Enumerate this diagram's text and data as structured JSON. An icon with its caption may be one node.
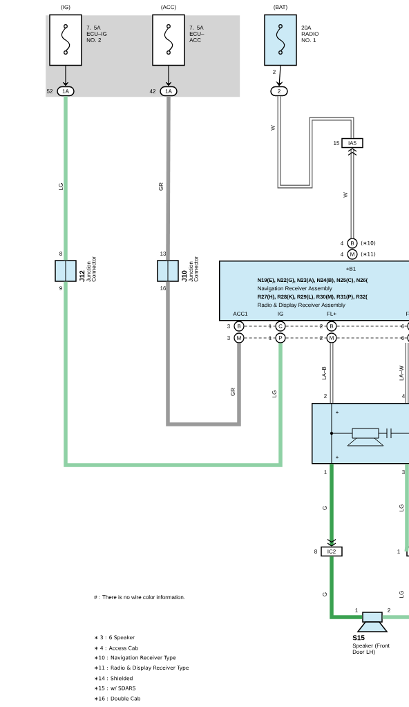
{
  "diagram": {
    "nodes": [
      {
        "text": [],
        "shape": "box"
      },
      {
        "text": [],
        "shape": "box",
        "in": 0,
        "beside": [
          "(IG)",
          "7. 5A ECU–IG NO. 2"
        ]
      },
      {
        "text": [
          "1A"
        ],
        "in": 0,
        "beside": [
          "52"
        ]
      },
      {
        "text": [],
        "shape": "box",
        "in": 0,
        "beside": [
          "(ACC)",
          "7. 5A ECU–ACC"
        ]
      },
      {
        "text": [
          "1A"
        ],
        "in": 0,
        "beside": [
          "42"
        ]
      },
      {
        "text": [],
        "shape": "box",
        "beside": [
          "(BAT)",
          "20A RADIO NO. 1",
          "2"
        ]
      },
      {
        "text": [
          "2"
        ]
      },
      {
        "text": [
          "IA5"
        ],
        "beside": [
          "15"
        ]
      },
      {
        "text": [],
        "shape": "box",
        "beside": [
          "8",
          "9",
          "J12",
          "Junction Connector"
        ]
      },
      {
        "text": [],
        "shape": "box",
        "beside": [
          "13",
          "16",
          "J10",
          "Junction Connector"
        ]
      },
      {
        "text": [
          "B"
        ],
        "beside": [
          "4",
          "(∗10)"
        ]
      },
      {
        "text": [
          "M"
        ],
        "beside": [
          "4",
          "(∗11)"
        ]
      },
      {
        "text": [
          "+B1",
          "N19(E), N22(G), N23(A), N24(B), N25(C), N26(",
          "Navigation Receiver Assembly",
          "R27(H), R28(K), R29(L), R30(M), R31(P), R32(",
          "Radio & Display Receiver Assembly",
          "ACC1",
          "IG",
          "FL+",
          "F"
        ]
      },
      {
        "text": [
          "B"
        ],
        "beside": [
          "3"
        ]
      },
      {
        "text": [
          "M"
        ],
        "beside": [
          "3"
        ]
      },
      {
        "text": [
          "C"
        ],
        "beside": [
          "1"
        ]
      },
      {
        "text": [
          "P"
        ],
        "beside": [
          "1"
        ]
      },
      {
        "text": [
          "B"
        ],
        "beside": [
          "2"
        ]
      },
      {
        "text": [
          "M"
        ],
        "beside": [
          "2"
        ]
      },
      {
        "text": [],
        "shape": "circle",
        "beside": [
          "6"
        ]
      },
      {
        "text": [],
        "shape": "circle",
        "beside": [
          "6"
        ]
      },
      {
        "text": [
          "+",
          "+"
        ],
        "beside": [
          "2",
          "1",
          "4",
          "3"
        ]
      },
      {
        "text": [
          "IC2"
        ],
        "beside": [
          "8"
        ]
      },
      {
        "text": [],
        "shape": "box",
        "beside": [
          "1"
        ]
      },
      {
        "text": [
          "S15",
          "Speaker (Front Door LH)"
        ],
        "beside": [
          "1",
          "2"
        ]
      }
    ],
    "edges": [
      {
        "from": 1,
        "to": 2,
        "arrow": "to"
      },
      {
        "from": 3,
        "to": 4,
        "arrow": "to"
      },
      {
        "from": 5,
        "to": 6,
        "arrow": "to"
      },
      {
        "from": 2,
        "to": 8,
        "arrow": "none",
        "label": "LG",
        "color": "#8fd1a5"
      },
      {
        "from": 8,
        "to": 16,
        "arrow": "none",
        "label": "LG",
        "color": "#8fd1a5"
      },
      {
        "from": 4,
        "to": 9,
        "arrow": "none",
        "label": "GR",
        "color": "#9a9a9a"
      },
      {
        "from": 9,
        "to": 14,
        "arrow": "none",
        "label": "GR",
        "color": "#9a9a9a"
      },
      {
        "from": 6,
        "to": 7,
        "arrow": "none",
        "label": "W",
        "color": "#4c4c4c"
      },
      {
        "from": 10,
        "to": 7,
        "arrow": "to",
        "label": "W",
        "color": "#4c4c4c"
      },
      {
        "from": 18,
        "to": 21,
        "arrow": "none",
        "label": "LA–B",
        "color": "#4c4c4c"
      },
      {
        "from": 21,
        "to": 22,
        "arrow": "to",
        "label": "G",
        "color": "#3aa150"
      },
      {
        "from": 22,
        "to": 24,
        "arrow": "none",
        "label": "G",
        "color": "#3aa150"
      },
      {
        "from": 24,
        "to": null,
        "arrow": "none",
        "color": "#8fd1a5"
      },
      {
        "from": 13,
        "to": 15,
        "arrow": "none",
        "style": "dashed"
      },
      {
        "from": 15,
        "to": 17,
        "arrow": "none",
        "style": "dashed"
      },
      {
        "from": 17,
        "to": 19,
        "arrow": "none",
        "style": "dashed"
      },
      {
        "from": 14,
        "to": 16,
        "arrow": "none",
        "style": "dashed"
      },
      {
        "from": 16,
        "to": 18,
        "arrow": "none",
        "style": "dashed"
      },
      {
        "from": 18,
        "to": 20,
        "arrow": "none",
        "style": "dashed"
      },
      {
        "from": 20,
        "to": 21,
        "arrow": "none",
        "label": "LA–W",
        "color": "#4c4c4c"
      },
      {
        "from": 21,
        "to": 23,
        "arrow": "none",
        "label": "LG",
        "color": "#8fd1a5"
      }
    ],
    "labels": [
      "LG",
      "# : There is no wire color information.",
      "∗ 3 : 6 Speaker",
      "∗ 4 : Access Cab",
      "∗10 : Navigation Receiver Type",
      "∗11 : Radio & Display Receiver Type",
      "∗14 : Shielded",
      "∗15 : w/ SDARS",
      "∗16 : Double Cab"
    ]
  }
}
